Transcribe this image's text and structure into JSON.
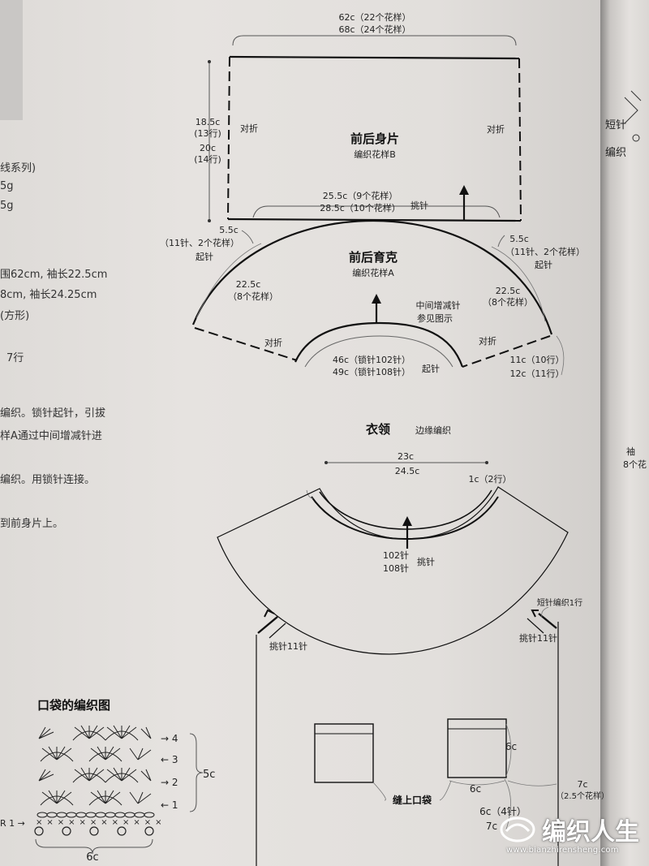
{
  "left_column": {
    "lines": [
      "线系列)",
      "5g",
      "5g",
      "围62cm, 袖长22.5cm",
      "8cm, 袖长24.25cm",
      "(方形)",
      "7行",
      "编织。锁针起针，引拔",
      "样A通过中间增减针进",
      "编织。用锁针连接。",
      "到前身片上。"
    ]
  },
  "body_panel": {
    "top_width_1": "62c（22个花样）",
    "top_width_2": "68c（24个花样）",
    "height_1": "18.5c",
    "height_1_rows": "(13行)",
    "height_2": "20c",
    "height_2_rows": "(14行)",
    "fold_left": "对折",
    "fold_right": "对折",
    "title": "前后身片",
    "subtitle": "编织花样B",
    "bottom_1": "25.5c（9个花样）",
    "bottom_2": "28.5c（10个花样）",
    "pickup": "挑针"
  },
  "yoke": {
    "title": "前后育克",
    "subtitle": "编织花样A",
    "left_side": "5.5c",
    "left_side_stitches": "（11针、2个花样）",
    "left_start": "起针",
    "right_side": "5.5c",
    "right_side_stitches": "（11针、2个花样）",
    "right_start": "起针",
    "left_arc": "22.5c",
    "left_arc_pattern": "（8个花样）",
    "right_arc": "22.5c",
    "right_arc_pattern": "（8个花样）",
    "middle_note_1": "中间增减针",
    "middle_note_2": "参见图示",
    "fold_left": "对折",
    "fold_right": "对折",
    "inner_1": "46c（锁针102针）",
    "inner_2": "49c（锁针108针）",
    "inner_start": "起针",
    "right_rows_1": "11c（10行）",
    "right_rows_2": "12c（11行）"
  },
  "collar": {
    "title": "衣领",
    "subtitle": "边缘编织",
    "width_1": "23c",
    "width_2": "24.5c",
    "band": "1c（2行）",
    "count_1": "102针",
    "count_2": "108针",
    "pickup": "挑针"
  },
  "garment": {
    "short_rows": "短针编织1行",
    "pickup_11": "挑针11针",
    "pocket_width": "6c",
    "pocket_height": "6c",
    "sew_pocket": "缝上口袋",
    "side_dist": "7c",
    "side_dist_pattern": "（2.5个花样）",
    "bottom_dist_1": "6c（4针）",
    "bottom_dist_2": "7c"
  },
  "pocket_chart": {
    "title": "口袋的编织图",
    "rows": [
      "4",
      "3",
      "2",
      "1"
    ],
    "height": "5c",
    "width": "6c",
    "start_label": "R 1"
  },
  "right_page": {
    "vertical_text": "短针",
    "vertical_text_2": "编织",
    "label_1": "袖",
    "label_2": "8个花"
  },
  "watermark": {
    "cn": "编织人生",
    "url": "www.bianzhirensheng.com"
  }
}
